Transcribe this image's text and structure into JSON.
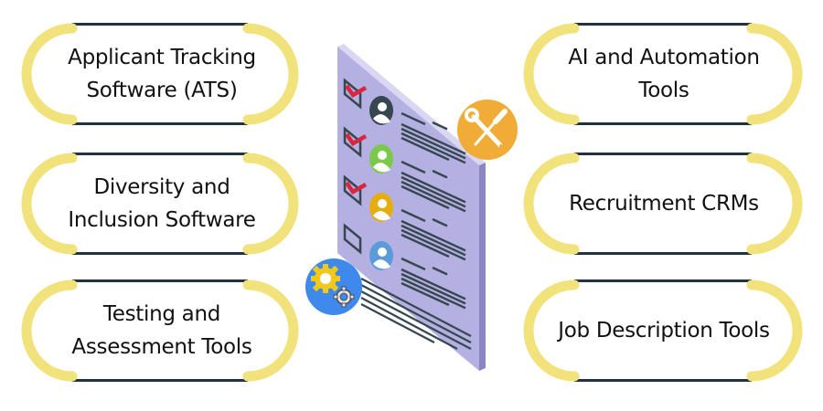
{
  "title": "Recruitment Technology Categories",
  "colors": {
    "pill_cap": "#f1e27c",
    "pill_line": "#1f3344",
    "text": "#111111",
    "document": "#b4b1e2",
    "document_edge_top": "#d9d7f2",
    "document_edge_side": "#8b86c2",
    "document_lines": "#37474f",
    "check_mark": "#d7263d",
    "tools_badge": "#f0ac37",
    "settings_badge": "#3f88ec",
    "gear_primary": "#f2c81b",
    "gear_secondary": "#4b4b4b"
  },
  "left_items": [
    {
      "label": "Applicant Tracking\nSoftware (ATS)"
    },
    {
      "label": "Diversity and\nInclusion Software"
    },
    {
      "label": "Testing and\nAssessment Tools"
    }
  ],
  "right_items": [
    {
      "label": "AI and Automation\nTools"
    },
    {
      "label": "Recruitment CRMs"
    },
    {
      "label": "Job Description Tools"
    }
  ],
  "illustration": {
    "document_icon": "checklist-document-icon",
    "tools_icon": "wrench-screwdriver-icon",
    "settings_icon": "gears-icon",
    "candidates": [
      {
        "checked": true,
        "avatar_color": "#37474f"
      },
      {
        "checked": true,
        "avatar_color": "#7cc84a"
      },
      {
        "checked": true,
        "avatar_color": "#e6ad12"
      },
      {
        "checked": false,
        "avatar_color": "#5b9bd9"
      }
    ]
  }
}
